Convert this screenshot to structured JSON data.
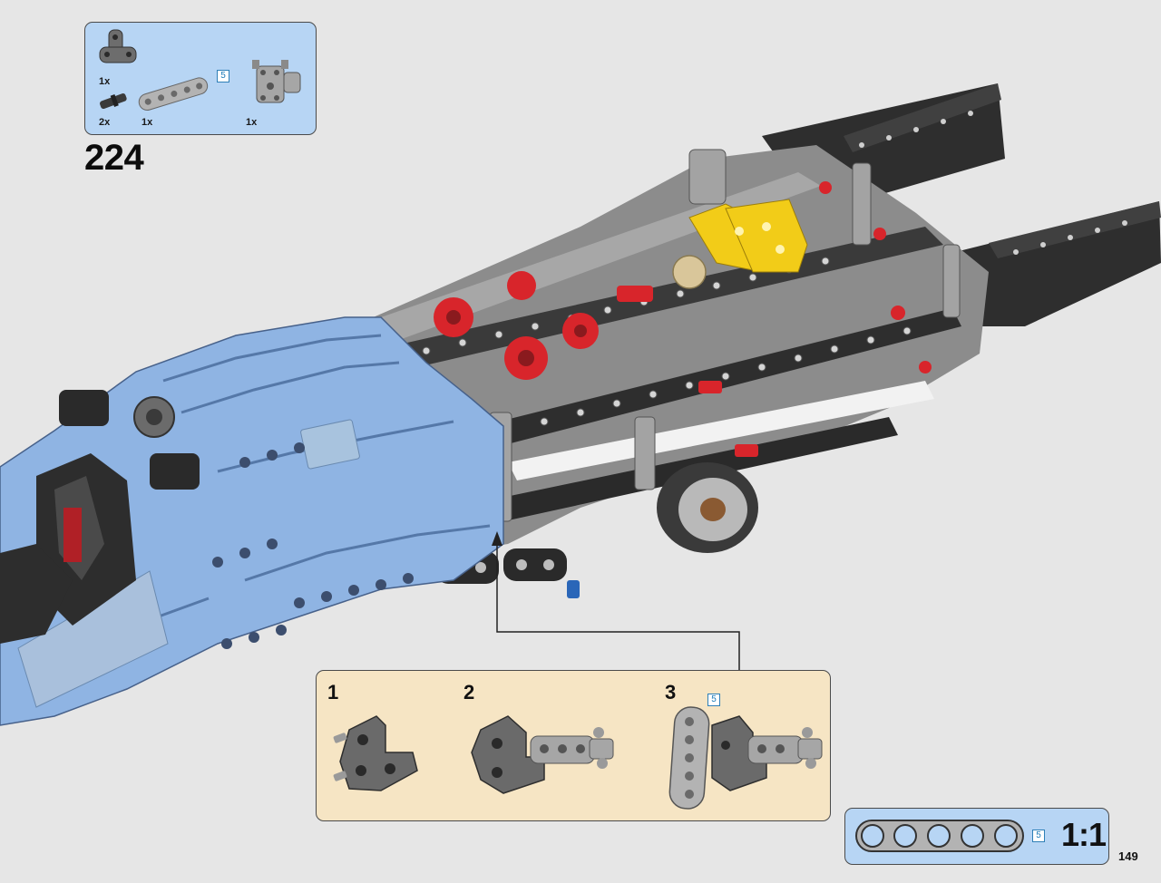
{
  "step": {
    "number": "224"
  },
  "parts": [
    {
      "name": "t-beam-part",
      "qty": "1x"
    },
    {
      "name": "axle-pin-part",
      "qty": "2x"
    },
    {
      "name": "beam-5-part",
      "qty": "1x",
      "length_badge": "5"
    },
    {
      "name": "connector-part",
      "qty": "1x"
    }
  ],
  "sub_assembly": {
    "steps": [
      {
        "label": "1"
      },
      {
        "label": "2"
      },
      {
        "label": "3",
        "length_badge": "5"
      }
    ]
  },
  "scale": {
    "label": "1:1",
    "length_badge": "5"
  },
  "page": {
    "number": "149"
  },
  "colors": {
    "body_blue": "#8fb4e3",
    "parts_box": "#b7d5f4",
    "sub_box": "#f6e5c4",
    "dark_grey": "#4b4b4b",
    "light_grey": "#a9a9a9",
    "black": "#2a2a2a",
    "red": "#d8252b",
    "yellow": "#f2cc18",
    "tan": "#d9c69a"
  }
}
